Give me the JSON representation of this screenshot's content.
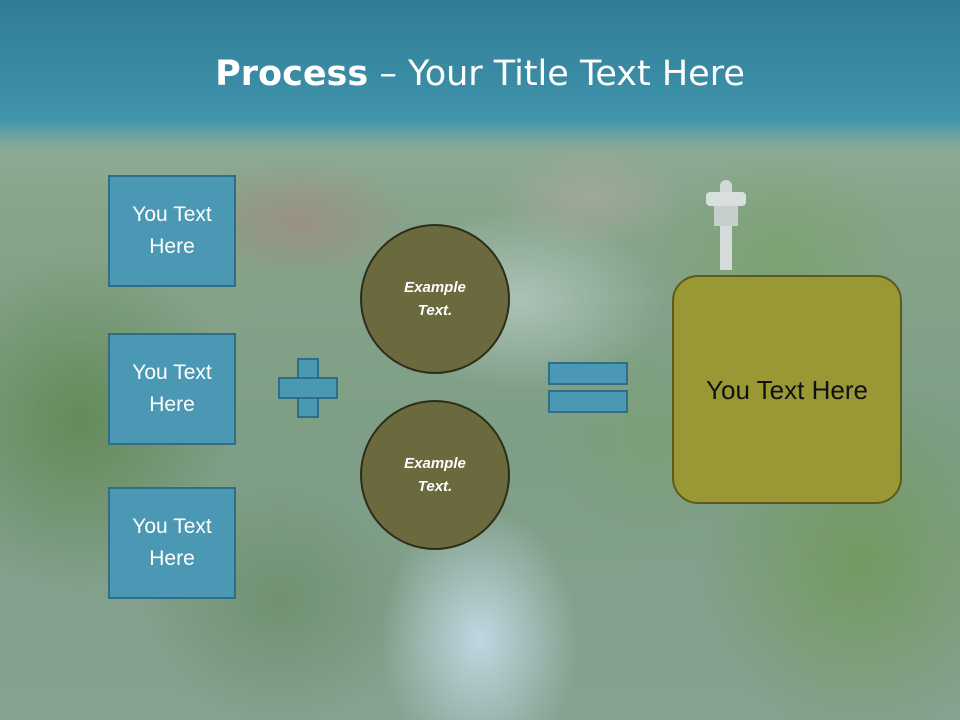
{
  "title": {
    "bold": "Process",
    "rest": " – Your Title Text Here"
  },
  "left_boxes": [
    {
      "text": "You Text Here"
    },
    {
      "text": "You Text Here"
    },
    {
      "text": "You Text Here"
    }
  ],
  "circles": [
    {
      "text": "Example Text."
    },
    {
      "text": "Example Text."
    }
  ],
  "result": {
    "text": "You Text Here"
  },
  "icons": {
    "plus": "plus-icon",
    "equals": "equals-icon"
  },
  "colors": {
    "header": "#3a8ca5",
    "box_fill": "#4a98b4",
    "circle_fill": "#6a6a3e",
    "result_fill": "#9a9834"
  }
}
